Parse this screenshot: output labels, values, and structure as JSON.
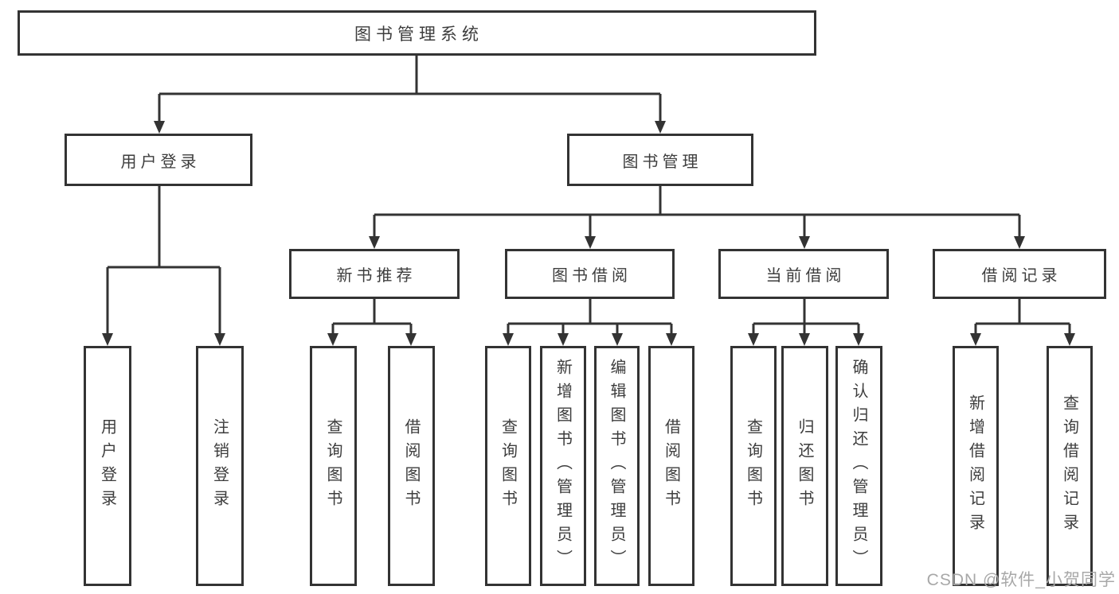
{
  "diagram": {
    "root": {
      "label": "图书管理系统"
    },
    "level2": {
      "userLogin": {
        "label": "用户登录"
      },
      "bookManagement": {
        "label": "图书管理"
      }
    },
    "level3": {
      "newBookRecommend": {
        "label": "新书推荐"
      },
      "bookBorrowing": {
        "label": "图书借阅"
      },
      "currentBorrowing": {
        "label": "当前借阅"
      },
      "borrowingRecords": {
        "label": "借阅记录"
      }
    },
    "leaves": {
      "userLoginLeaf": {
        "label": "用户登录"
      },
      "logoutLeaf": {
        "label": "注销登录"
      },
      "recQueryBooks": {
        "label": "查询图书"
      },
      "recBorrowBooks": {
        "label": "借阅图书"
      },
      "bbQueryBooks": {
        "label": "查询图书"
      },
      "bbAddBooks": {
        "label": "新增图书（管理员）"
      },
      "bbEditBooks": {
        "label": "编辑图书（管理员）"
      },
      "bbBorrowBooks": {
        "label": "借阅图书"
      },
      "cbQueryBooks": {
        "label": "查询图书"
      },
      "cbReturnBooks": {
        "label": "归还图书"
      },
      "cbConfirmReturn": {
        "label": "确认归还（管理员）"
      },
      "brAddRecord": {
        "label": "新增借阅记录"
      },
      "brQueryRecord": {
        "label": "查询借阅记录"
      }
    },
    "watermark": "CSDN @软件_小贺同学",
    "colors": {
      "line": "#333333",
      "text": "#3d3d3d",
      "watermark": "#a8a8a8",
      "background": "#ffffff"
    }
  }
}
